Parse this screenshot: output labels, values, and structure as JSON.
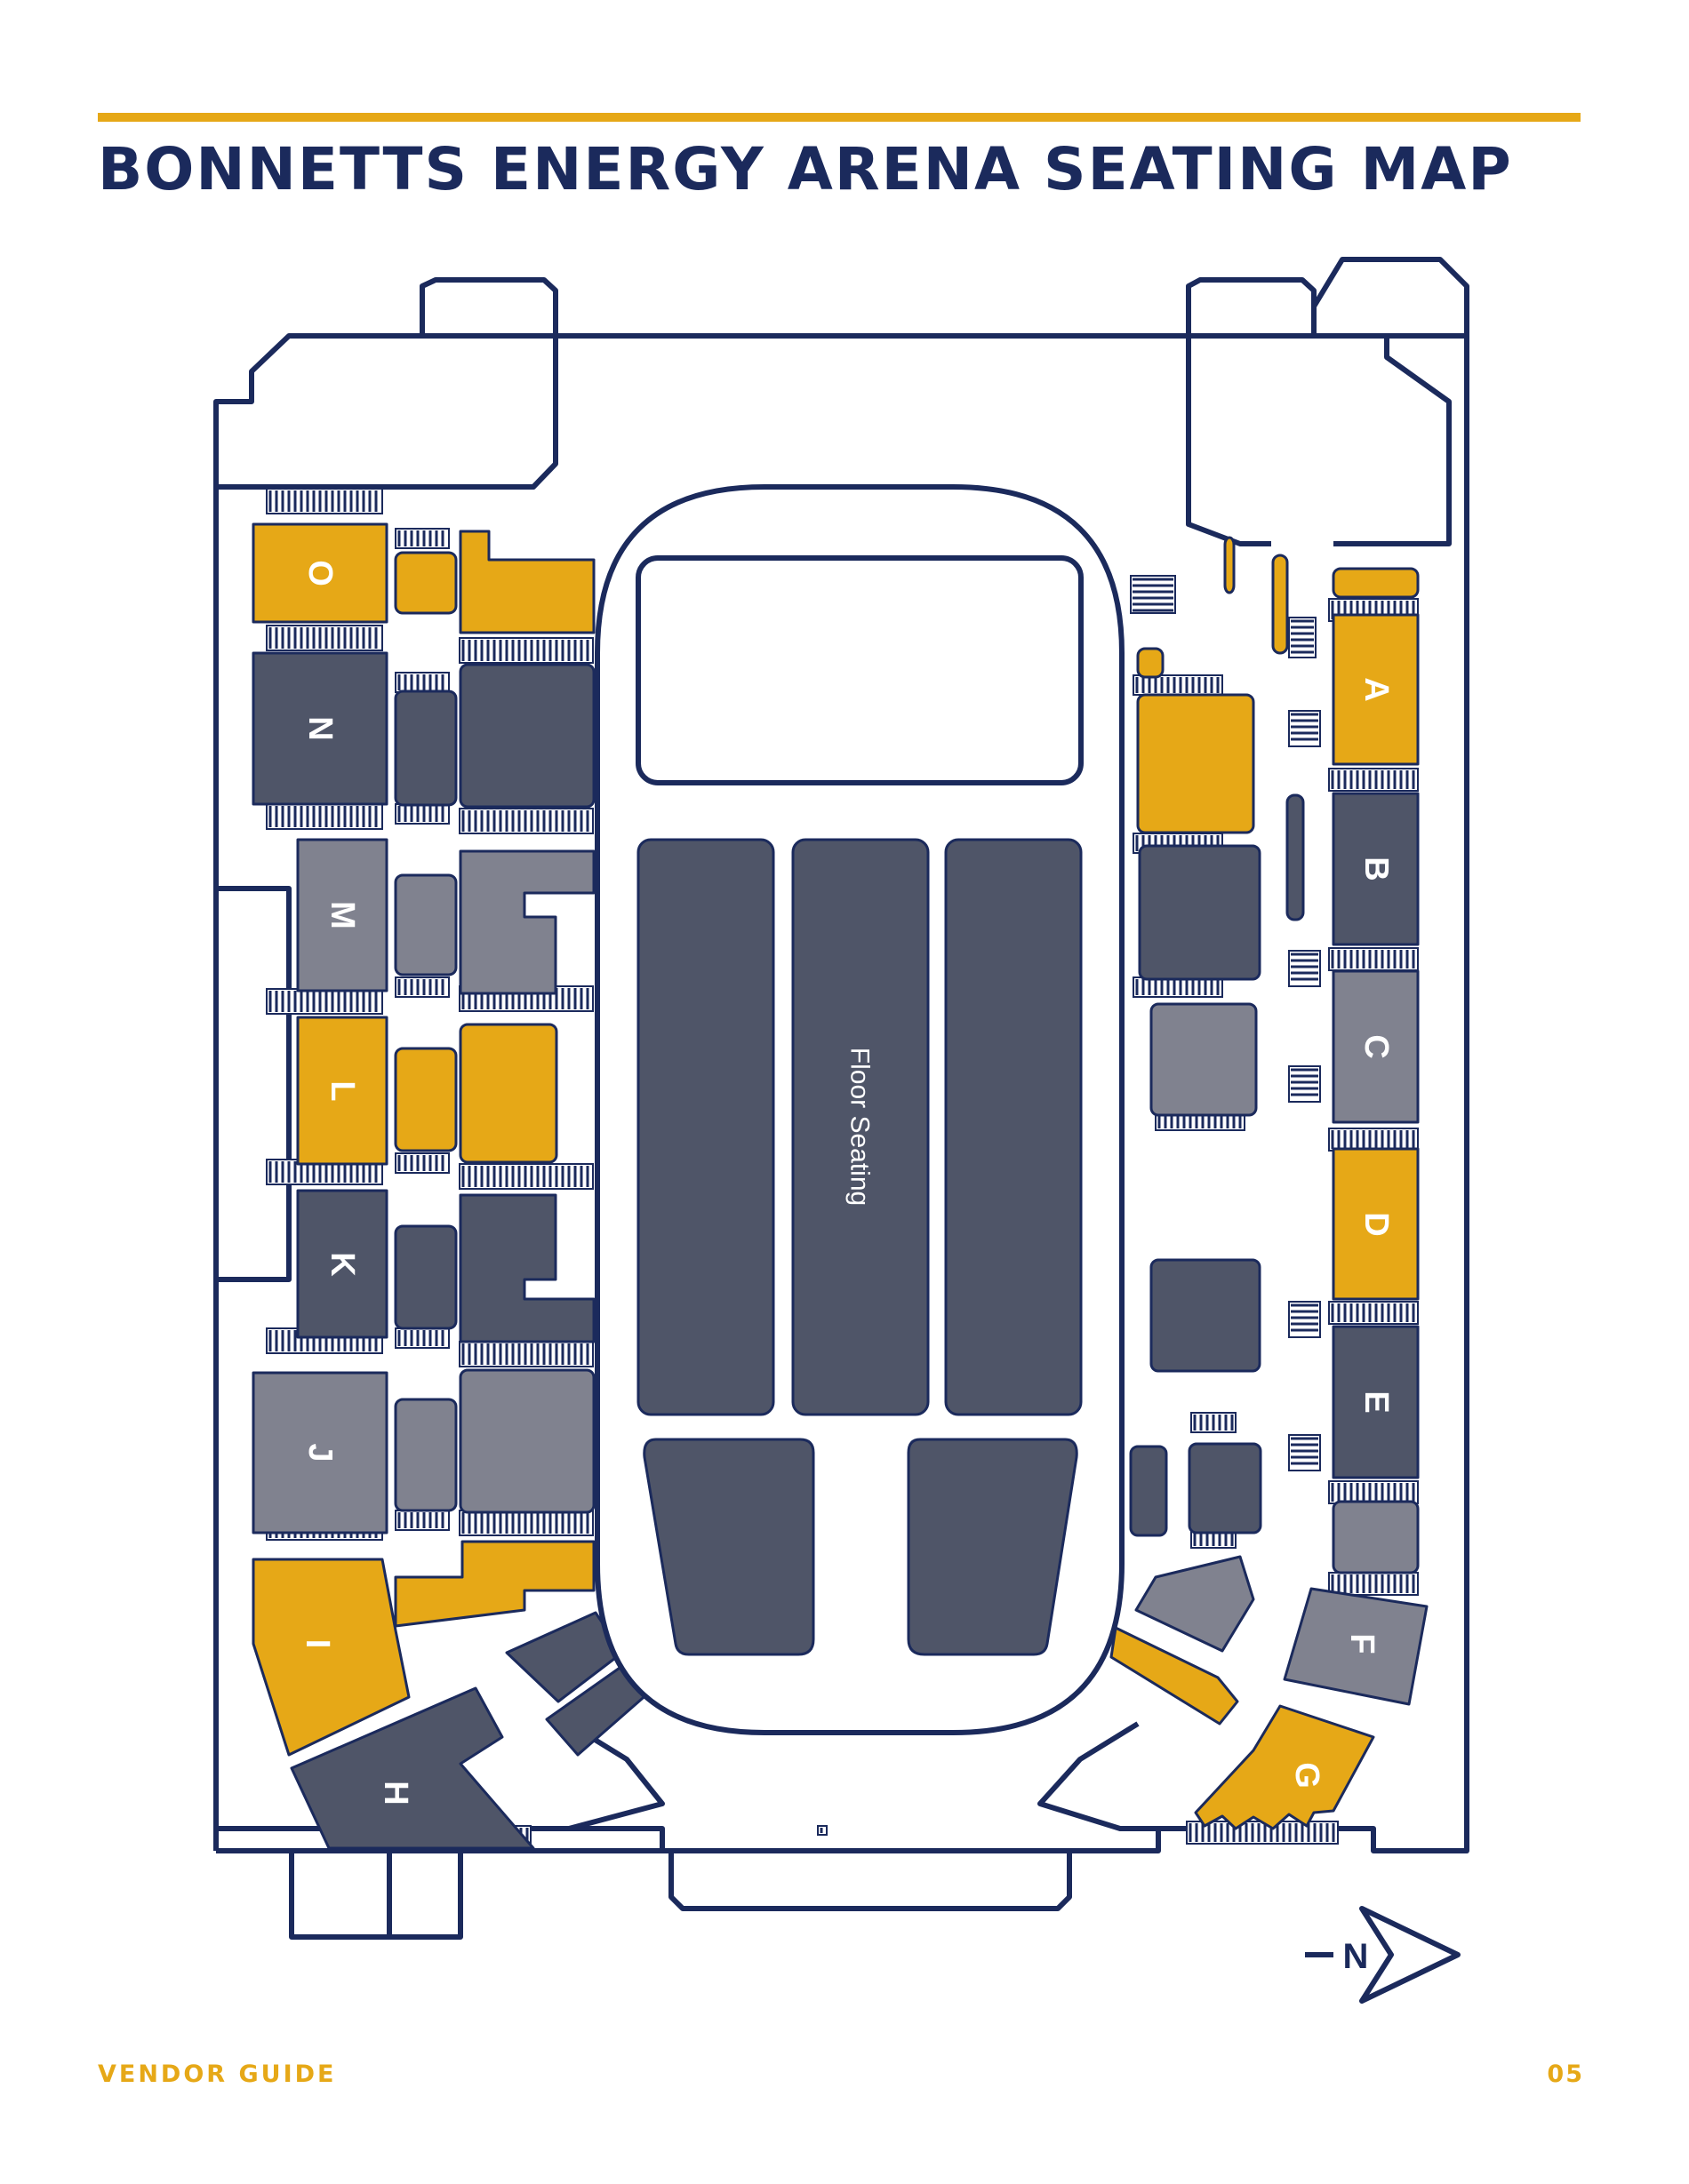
{
  "title": "BONNETTS ENERGY ARENA SEATING MAP",
  "footer": {
    "left": "VENDOR GUIDE",
    "page": "05"
  },
  "map": {
    "floor_label": "Floor Seating",
    "compass_label": "N",
    "colors": {
      "navy": "#1B2A5C",
      "gold": "#E6A817",
      "dark": "#4F5568",
      "grey": "#80828F",
      "white": "#FFFFFF"
    },
    "sections": [
      {
        "id": "A",
        "label": "A",
        "color": "gold"
      },
      {
        "id": "B",
        "label": "B",
        "color": "dark"
      },
      {
        "id": "C",
        "label": "C",
        "color": "grey"
      },
      {
        "id": "D",
        "label": "D",
        "color": "gold"
      },
      {
        "id": "E",
        "label": "E",
        "color": "dark"
      },
      {
        "id": "F",
        "label": "F",
        "color": "grey"
      },
      {
        "id": "G",
        "label": "G",
        "color": "gold"
      },
      {
        "id": "H",
        "label": "H",
        "color": "dark"
      },
      {
        "id": "I",
        "label": "I",
        "color": "gold"
      },
      {
        "id": "J",
        "label": "J",
        "color": "grey"
      },
      {
        "id": "K",
        "label": "K",
        "color": "dark"
      },
      {
        "id": "L",
        "label": "L",
        "color": "gold"
      },
      {
        "id": "M",
        "label": "M",
        "color": "grey"
      },
      {
        "id": "N",
        "label": "N",
        "color": "dark"
      },
      {
        "id": "O",
        "label": "O",
        "color": "gold"
      }
    ]
  }
}
